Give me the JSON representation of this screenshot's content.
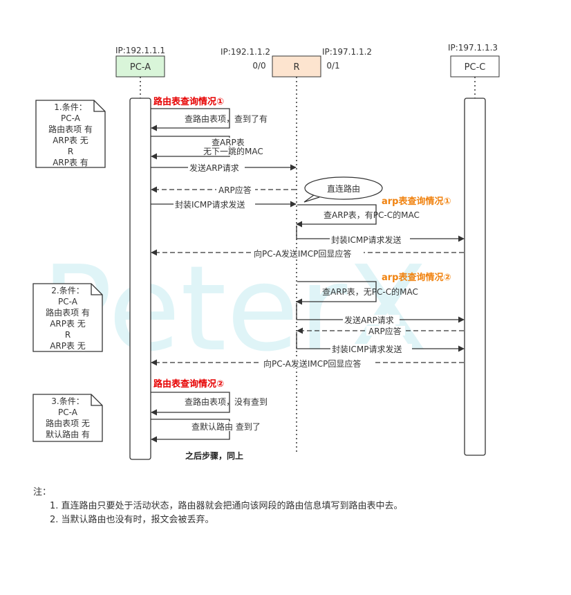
{
  "watermark": "PeterX",
  "nodes": {
    "pca": {
      "label": "PC-A",
      "ip": "IP:192.1.1.1",
      "color": "#d9f5d9"
    },
    "router": {
      "label": "R",
      "ip_left": "IP:192.1.1.2",
      "ip_right": "IP:197.1.1.2",
      "port_left": "0/0",
      "port_right": "0/1",
      "color": "#fde4cf"
    },
    "pcc": {
      "label": "PC-C",
      "ip": "IP:197.1.1.3",
      "color": "#ffffff"
    }
  },
  "sections": {
    "route1": "路由表查询情况①",
    "arp1": "arp表查询情况①",
    "arp2": "arp表查询情况②",
    "route2": "路由表查询情况②"
  },
  "messages": {
    "m1": "查路由表项，查到了有",
    "m2a": "查ARP表",
    "m2b": "无下一跳的MAC",
    "m3": "发送ARP请求",
    "m4": "ARP应答",
    "callout": "直连路由",
    "m5": "封装ICMP请求发送",
    "m6": "查ARP表，有PC-C的MAC",
    "m7": "封装ICMP请求发送",
    "m8": "向PC-A发送IMCP回显应答",
    "m9": "查ARP表，无PC-C的MAC",
    "m10": "发送ARP请求",
    "m11": "ARP应答",
    "m12": "封装ICMP请求发送",
    "m13": "向PC-A发送IMCP回显应答",
    "m14": "查路由表项，没有查到",
    "m15": "查默认路由 查到了",
    "after": "之后步骤，同上"
  },
  "conditions": [
    {
      "lines": [
        "1.条件：",
        "PC-A",
        "路由表项 有",
        "ARP表 无",
        "R",
        "ARP表 有"
      ]
    },
    {
      "lines": [
        "2.条件：",
        "PC-A",
        "路由表项 有",
        "ARP表 无",
        "R",
        "ARP表 无"
      ]
    },
    {
      "lines": [
        "3.条件：",
        "PC-A",
        "路由表项 无",
        "默认路由 有"
      ]
    }
  ],
  "notes": {
    "title": "注：",
    "items": [
      "1. 直连路由只要处于活动状态，路由器就会把通向该网段的路由信息填写到路由表中去。",
      "2. 当默认路由也没有时，报文会被丢弃。"
    ]
  },
  "colors": {
    "red": "#e60000",
    "orange": "#f0820f",
    "line": "#333333"
  }
}
